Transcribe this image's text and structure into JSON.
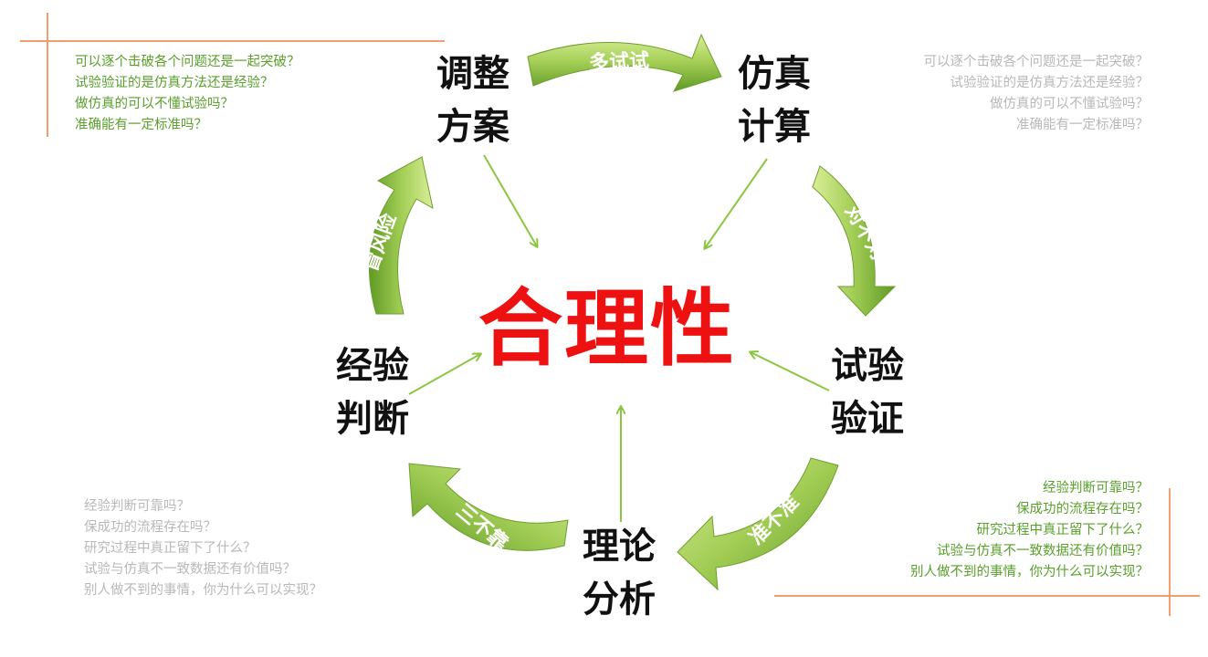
{
  "nodes": {
    "adjust": [
      "调整",
      "方案"
    ],
    "simulate": [
      "仿真",
      "计算"
    ],
    "test": [
      "试验",
      "验证"
    ],
    "theory": [
      "理论",
      "分析"
    ],
    "experience": [
      "经验",
      "判断"
    ]
  },
  "center": "合理性",
  "arrows": {
    "top": "多试试",
    "right": "对不对",
    "bottom_right": "准不准",
    "bottom_left": "三不靠",
    "left": "冒风险"
  },
  "questions_top": [
    "可以逐个击破各个问题还是一起突破？",
    "试验验证的是仿真方法还是经验？",
    "做仿真的可以不懂试验吗？",
    "准确能有一定标准吗？"
  ],
  "questions_bottom": [
    "经验判断可靠吗？",
    "保成功的流程存在吗？",
    "研究过程中真正留下了什么？",
    "试验与仿真不一致数据还有价值吗？",
    "别人做不到的事情，你为什么可以实现？"
  ],
  "colors": {
    "center": "#ee1111",
    "arrow_light": "#c4e07a",
    "arrow_dark": "#6fa52e",
    "question_green": "#5aa02c",
    "question_gray": "#b8b8b8",
    "deco_line": "#f0a070"
  }
}
